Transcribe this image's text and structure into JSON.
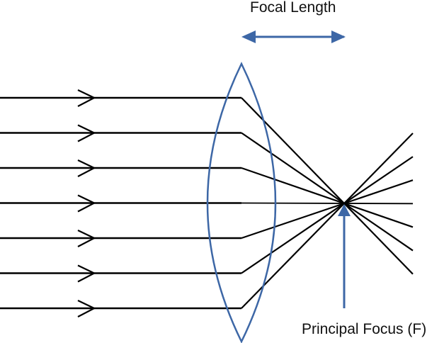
{
  "diagram": {
    "title": "Convex lens focusing parallel rays",
    "labels": {
      "focal_length": "Focal Length",
      "principal_focus": "Principal Focus (F)"
    },
    "colors": {
      "ray": "#000000",
      "lens": "#3d67a6",
      "annotation": "#3d67a6",
      "text": "#111111"
    },
    "incoming_ray_count": 7,
    "ray_direction": "left-to-right",
    "elements": [
      "incident parallel rays",
      "convex lens",
      "refracted rays",
      "principal focus",
      "focal length arrow"
    ]
  }
}
